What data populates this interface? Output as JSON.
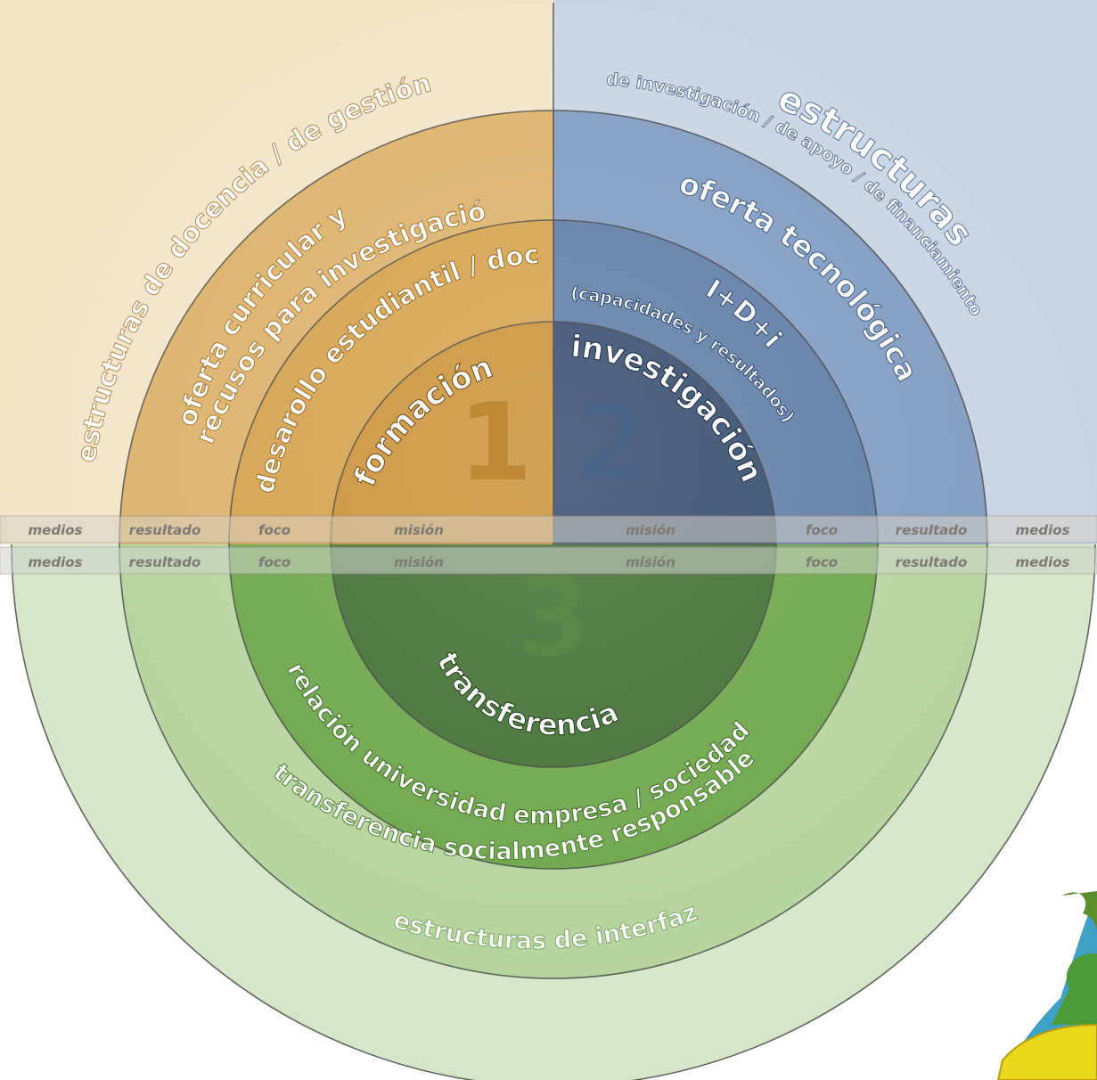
{
  "colors": {
    "orange_outer": "#f3e4c8",
    "orange_2": "#e7c79a",
    "orange_3": "#dcb16a",
    "orange_4": "#d4a04a",
    "orange_core": "#c98f34",
    "blue_outer": "#c8d4e4",
    "blue_2": "#a3b8d3",
    "blue_3": "#7f9abf",
    "blue_4": "#5c7aa3",
    "blue_core": "#2f4768",
    "green_outer": "#d5e6c8",
    "green_2": "#b4d39c",
    "green_3": "#8cbc68",
    "green_4": "#6aa346",
    "green_core": "#3f6c30"
  },
  "rings": {
    "orange_outer": "estructuras de docencia / de gestión",
    "orange_result_1": "oferta curricular y",
    "orange_result_2": "recusos para investigación",
    "orange_focus": "desarollo estudiantil / docente",
    "orange_mission": "formación",
    "blue_outer_1": "estructuras",
    "blue_outer_2": "de investigación / de apoyo / de financiamiento",
    "blue_result": "oferta tecnológica",
    "blue_focus_1": "I+D+i",
    "blue_focus_2": "(capacidades y resultados)",
    "blue_mission": "investigación",
    "green_focus": "relación universidad empresa / sociedad",
    "green_result": "transferencia socialmente responsable",
    "green_outer": "estructuras de interfaz",
    "green_mission": "transferencia"
  },
  "numbers": {
    "one": "1",
    "two": "2",
    "three": "3"
  },
  "band_labels": {
    "medios": "medios",
    "resultado": "resultado",
    "foco": "foco",
    "mision": "misión"
  },
  "title_fragment": "ad",
  "title_fragment_top": "y"
}
